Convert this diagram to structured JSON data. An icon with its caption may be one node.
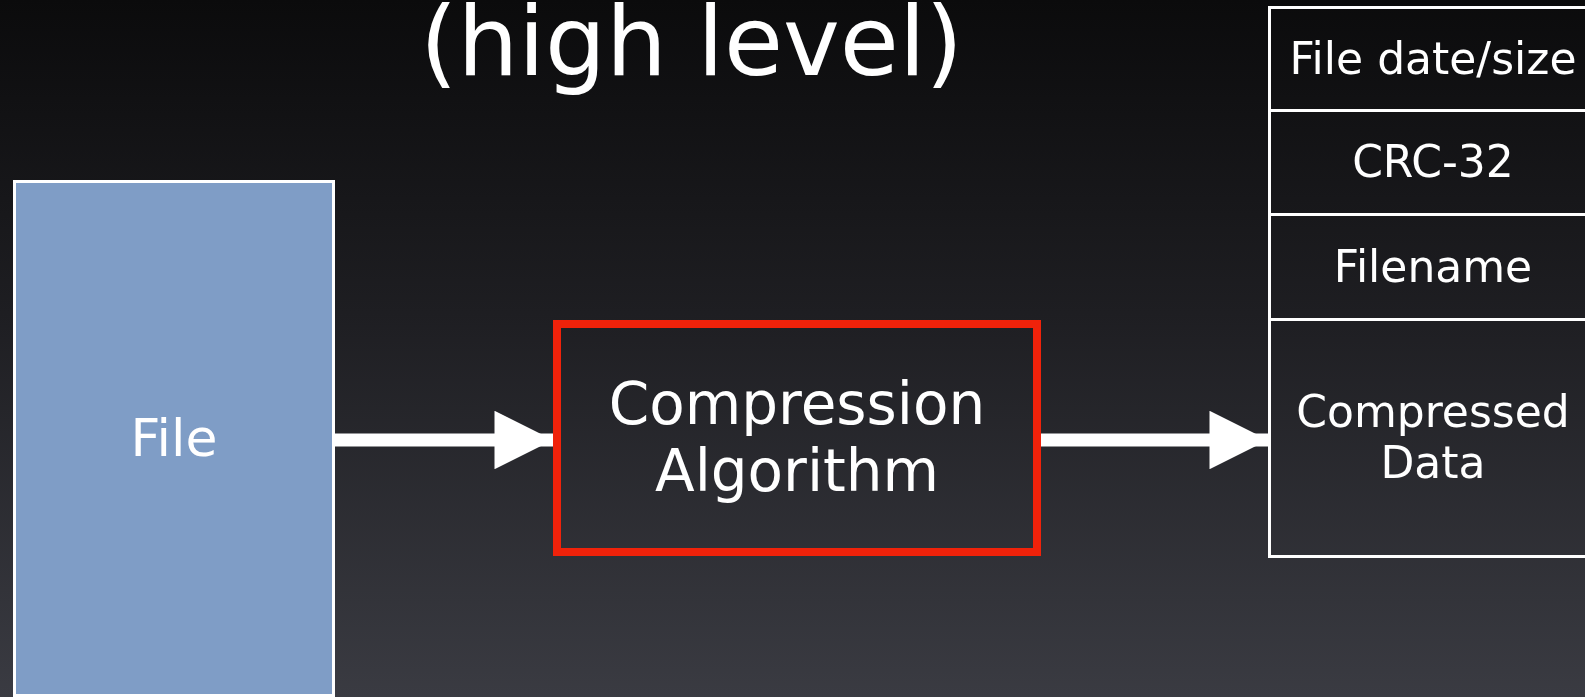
{
  "diagram": {
    "title": "(high level)",
    "nodes": [
      {
        "text": [
          "File"
        ]
      },
      {
        "text": [
          "Compression Algorithm"
        ]
      },
      {
        "text": [
          "File date/size"
        ]
      },
      {
        "text": [
          "CRC-32"
        ]
      },
      {
        "text": [
          "Filename"
        ]
      },
      {
        "text": [
          "Compressed Data"
        ]
      }
    ],
    "edges": [
      {
        "from": 0,
        "to": 1,
        "arrow": "to"
      },
      {
        "from": 1,
        "to": 5,
        "arrow": "to"
      }
    ]
  }
}
